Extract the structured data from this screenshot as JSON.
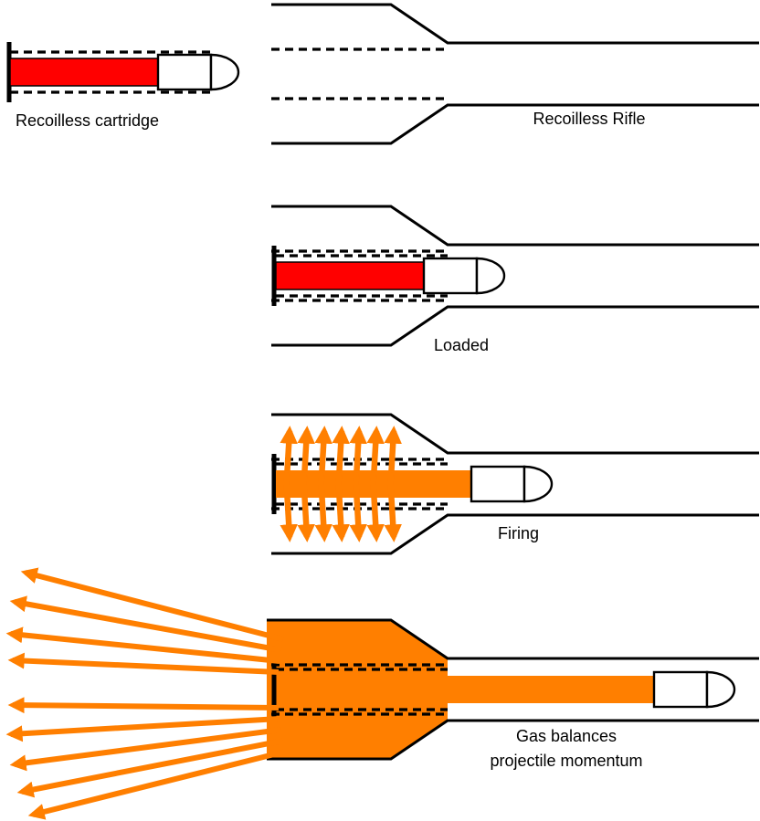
{
  "colors": {
    "cartridge_red": "#ff0000",
    "gas_orange": "#ff7f00",
    "line_black": "#000000",
    "background": "#ffffff"
  },
  "labels": {
    "cartridge": "Recoilless cartridge",
    "rifle": "Recoilless Rifle",
    "loaded": "Loaded",
    "firing": "Firing",
    "balance": "Gas balances\nprojectile momentum"
  }
}
